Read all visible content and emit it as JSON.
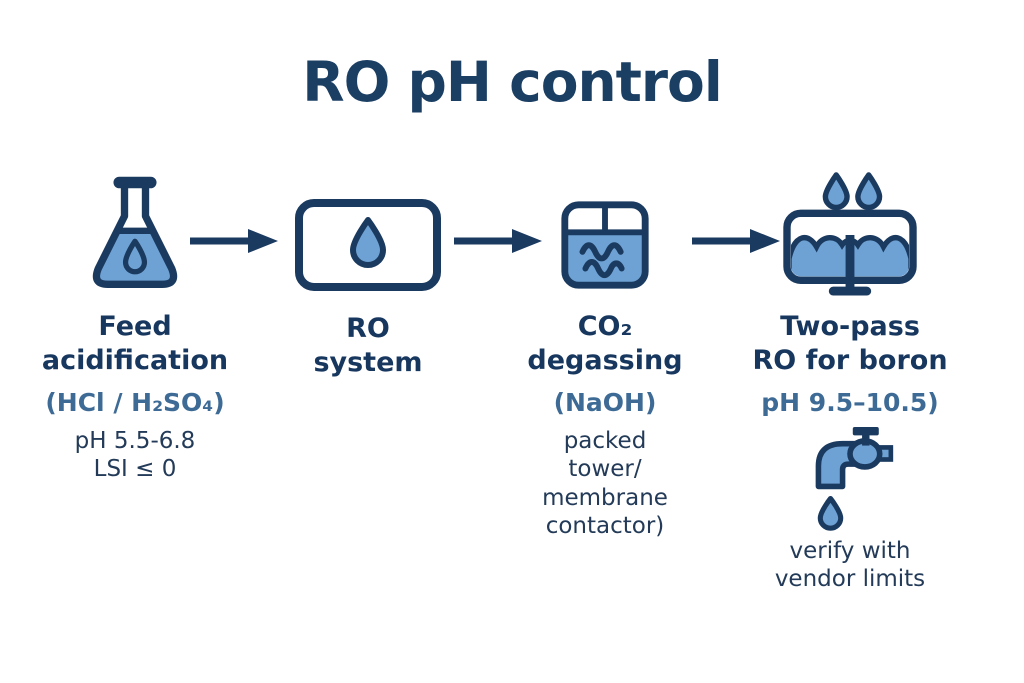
{
  "title": "RO pH control",
  "colors": {
    "navy": "#1b3a5f",
    "water_blue": "#6fa2d4",
    "slate_blue": "#3d6b96",
    "background": "#ffffff"
  },
  "stages": [
    {
      "id": "feed-acidification",
      "icon": "flask-icon",
      "label_line1": "Feed",
      "label_line2": "acidification",
      "sub_label": "(HCl / H₂SO₄)",
      "detail_line1": "pH 5.5-6.8",
      "detail_line2": "LSI ≤ 0"
    },
    {
      "id": "ro-system",
      "icon": "ro-membrane-icon",
      "label_line1": "RO",
      "label_line2": "system"
    },
    {
      "id": "co2-degassing",
      "icon": "degassing-tank-icon",
      "label_line1": "CO₂",
      "label_line2": "degassing",
      "sub_label": "(NaOH)",
      "detail_line1": "packed",
      "detail_line2": "tower/",
      "detail_line3": "membrane",
      "detail_line4": "contactor)"
    },
    {
      "id": "two-pass-ro",
      "icon": "two-pass-ro-icon",
      "label_line1": "Two-pass",
      "label_line2": "RO for boron",
      "sub_label": "pH 9.5–10.5)",
      "secondary_icon": "faucet-icon",
      "note_line1": "verify with",
      "note_line2": "vendor limits"
    }
  ]
}
